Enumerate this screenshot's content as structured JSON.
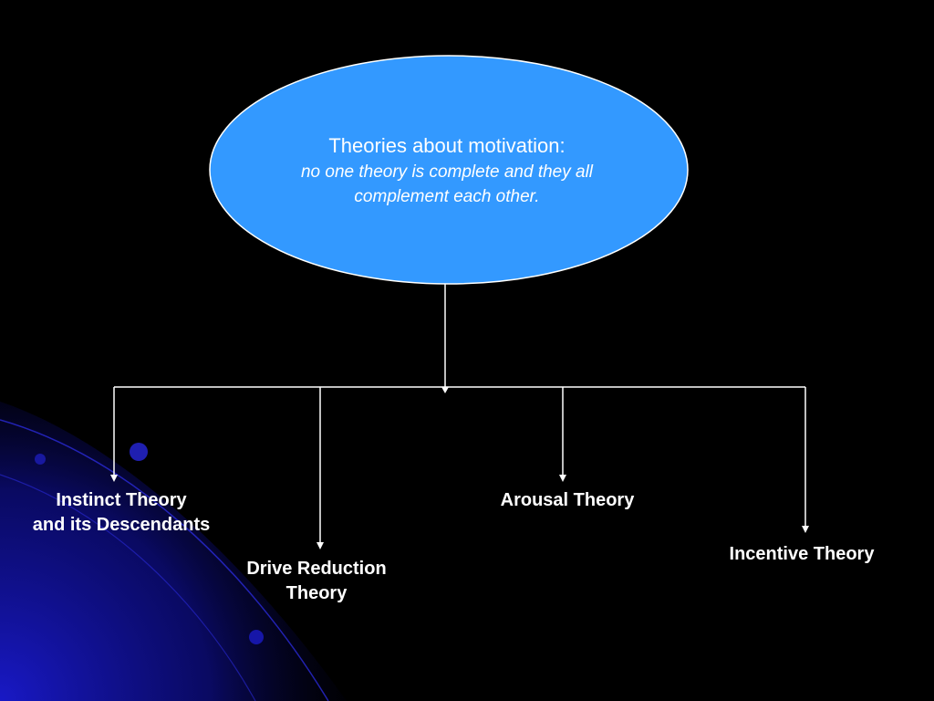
{
  "colors": {
    "background": "#000000",
    "ellipse_fill": "#3399ff",
    "ellipse_stroke": "#ffffff",
    "connector": "#ffffff",
    "corner_swirl": "#1a1aa8"
  },
  "central": {
    "title": "Theories about motivation:",
    "subtitle_line1": "no one theory is complete and they all",
    "subtitle_line2": "complement each other."
  },
  "theories": {
    "instinct": {
      "line1": "Instinct Theory",
      "line2": "and its Descendants"
    },
    "drive": {
      "line1": "Drive Reduction",
      "line2": "Theory"
    },
    "arousal": {
      "line1": "Arousal Theory"
    },
    "incentive": {
      "line1": "Incentive Theory"
    }
  }
}
